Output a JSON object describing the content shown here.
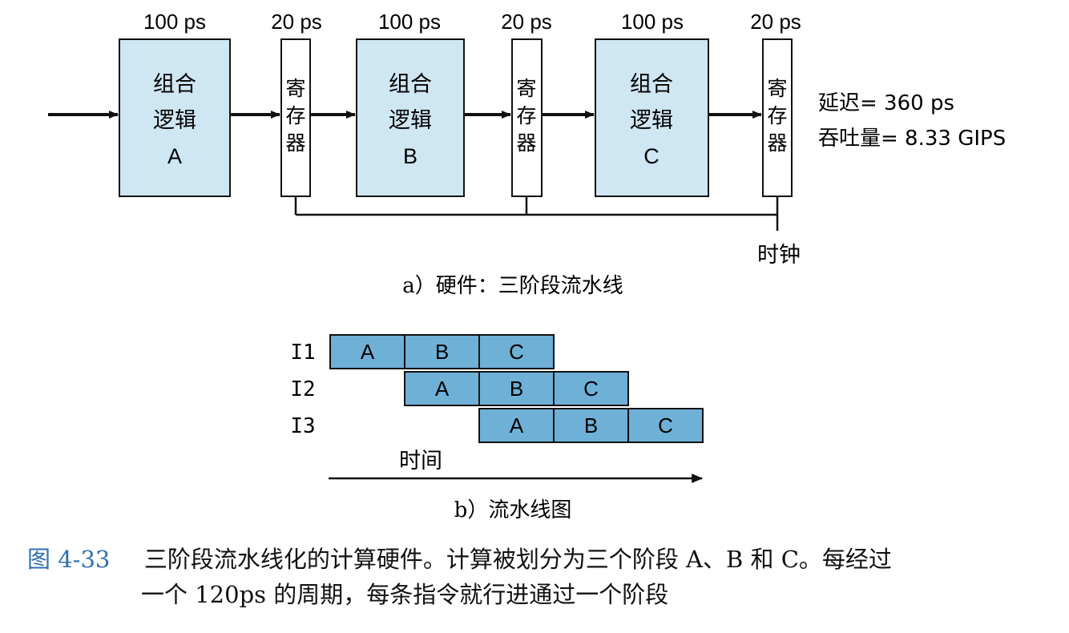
{
  "hardware": {
    "stages": [
      {
        "delay_label": "100 ps",
        "text_lines": [
          "组合",
          "逻辑"
        ],
        "letter": "A"
      },
      {
        "delay_label": "100 ps",
        "text_lines": [
          "组合",
          "逻辑"
        ],
        "letter": "B"
      },
      {
        "delay_label": "100 ps",
        "text_lines": [
          "组合",
          "逻辑"
        ],
        "letter": "C"
      }
    ],
    "registers": [
      {
        "delay_label": "20 ps",
        "chars": [
          "寄",
          "存",
          "器"
        ]
      },
      {
        "delay_label": "20 ps",
        "chars": [
          "寄",
          "存",
          "器"
        ]
      },
      {
        "delay_label": "20 ps",
        "chars": [
          "寄",
          "存",
          "器"
        ]
      }
    ],
    "latency_text": "延迟= 360 ps",
    "throughput_text": "吞吐量= 8.33 GIPS",
    "clock_label": "时钟",
    "subcaption": "a）硬件：三阶段流水线"
  },
  "pipeline": {
    "instructions": [
      {
        "label": "I1",
        "stages": [
          "A",
          "B",
          "C"
        ],
        "start": 0
      },
      {
        "label": "I2",
        "stages": [
          "A",
          "B",
          "C"
        ],
        "start": 1
      },
      {
        "label": "I3",
        "stages": [
          "A",
          "B",
          "C"
        ],
        "start": 2
      }
    ],
    "time_label": "时间",
    "subcaption": "b）流水线图"
  },
  "figure_caption": {
    "number": "图 4-33",
    "line1": "三阶段流水线化的计算硬件。计算被划分为三个阶段 A、B 和 C。每经过",
    "line2": "一个 120ps 的周期，每条指令就行进通过一个阶段"
  },
  "colors": {
    "stage_fill": "#cfe6f3",
    "cell_fill": "#6fb0d6",
    "stroke": "#111111",
    "caption_number": "#2f6fb3"
  }
}
